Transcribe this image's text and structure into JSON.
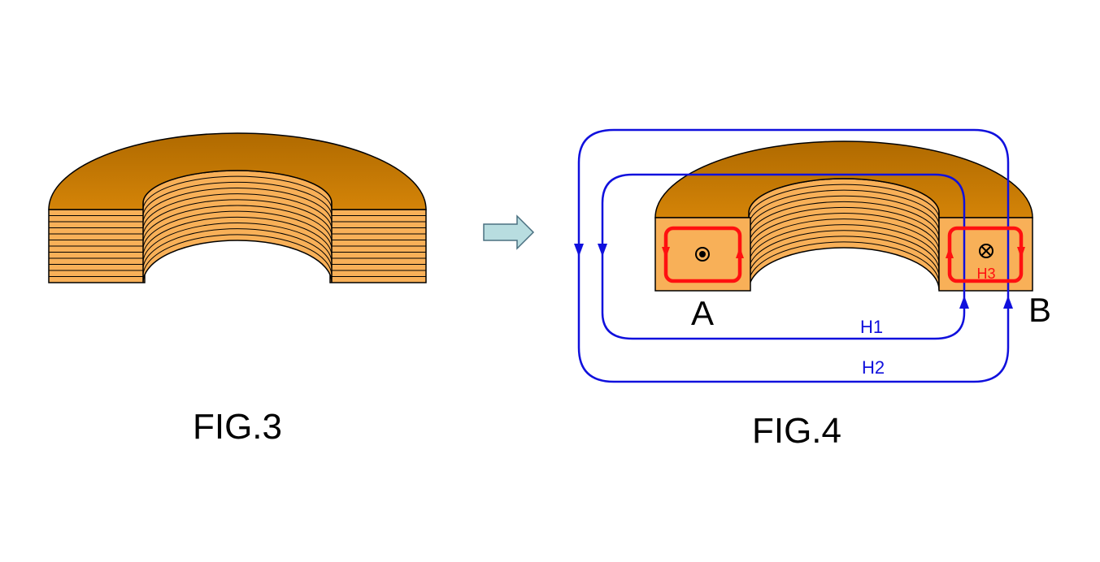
{
  "fig3": {
    "caption": "FIG.3"
  },
  "fig4": {
    "caption": "FIG.4",
    "label_a": "A",
    "label_b": "B",
    "h1": "H1",
    "h2": "H2",
    "h3": "H3"
  },
  "colors": {
    "core_top": "#c07400",
    "core_side": "#f8b058",
    "cross_section": "#f8b058",
    "field_lines": "#1010dd",
    "current_loop": "#ff1010",
    "arrow_fill": "#b8dde0"
  },
  "icons": {
    "dot_symbol": "current-out-of-page-icon",
    "cross_symbol": "current-into-page-icon"
  }
}
